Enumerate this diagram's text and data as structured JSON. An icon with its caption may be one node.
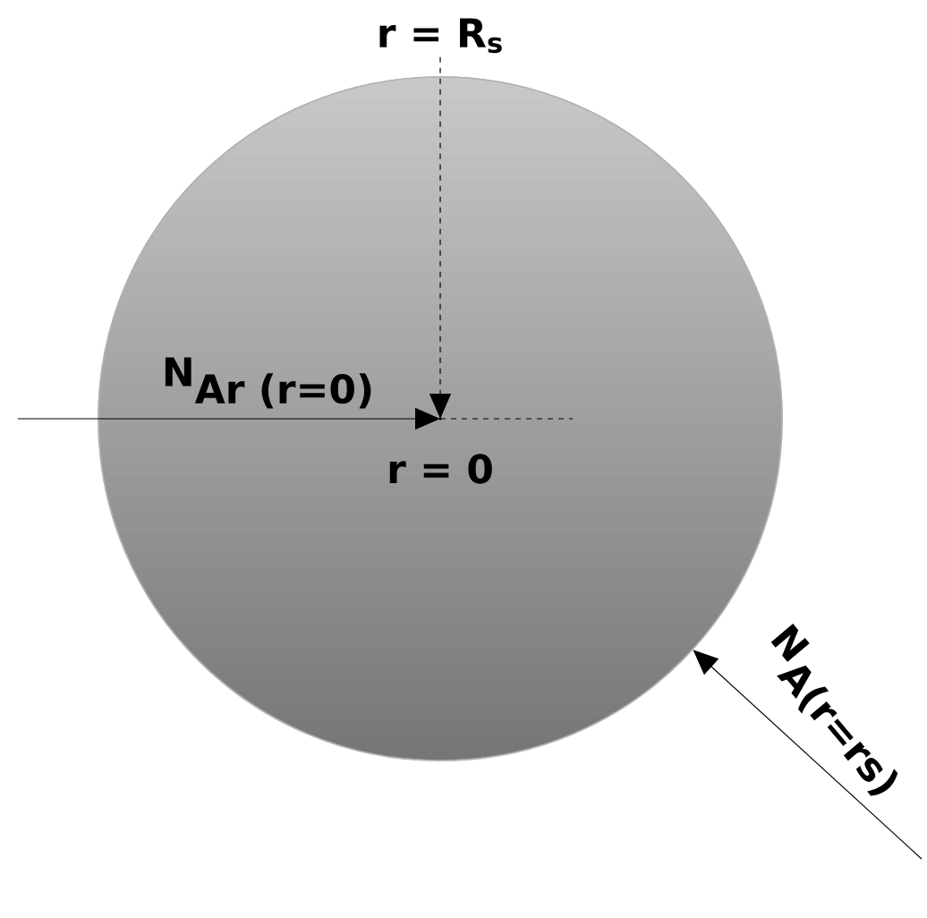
{
  "diagram": {
    "nodes": [
      {
        "text": [],
        "shape": "circle"
      },
      {
        "text": [],
        "shape": "point",
        "beside": [
          "r = 0"
        ],
        "in": 0
      },
      {
        "text": [
          "r = R$_{s}$"
        ]
      }
    ],
    "edges": [
      {
        "from": 2,
        "to": 1,
        "arrow": "to",
        "style": "dashed"
      },
      {
        "from": null,
        "to": 1,
        "arrow": "to",
        "label": "\\textbf{N}_{\\textbf{Ar (r=0)}}"
      },
      {
        "from": null,
        "to": 0,
        "arrow": "to",
        "label": "\\textbf{N}_{\\textbf{A(r=rs)}}"
      }
    ]
  }
}
